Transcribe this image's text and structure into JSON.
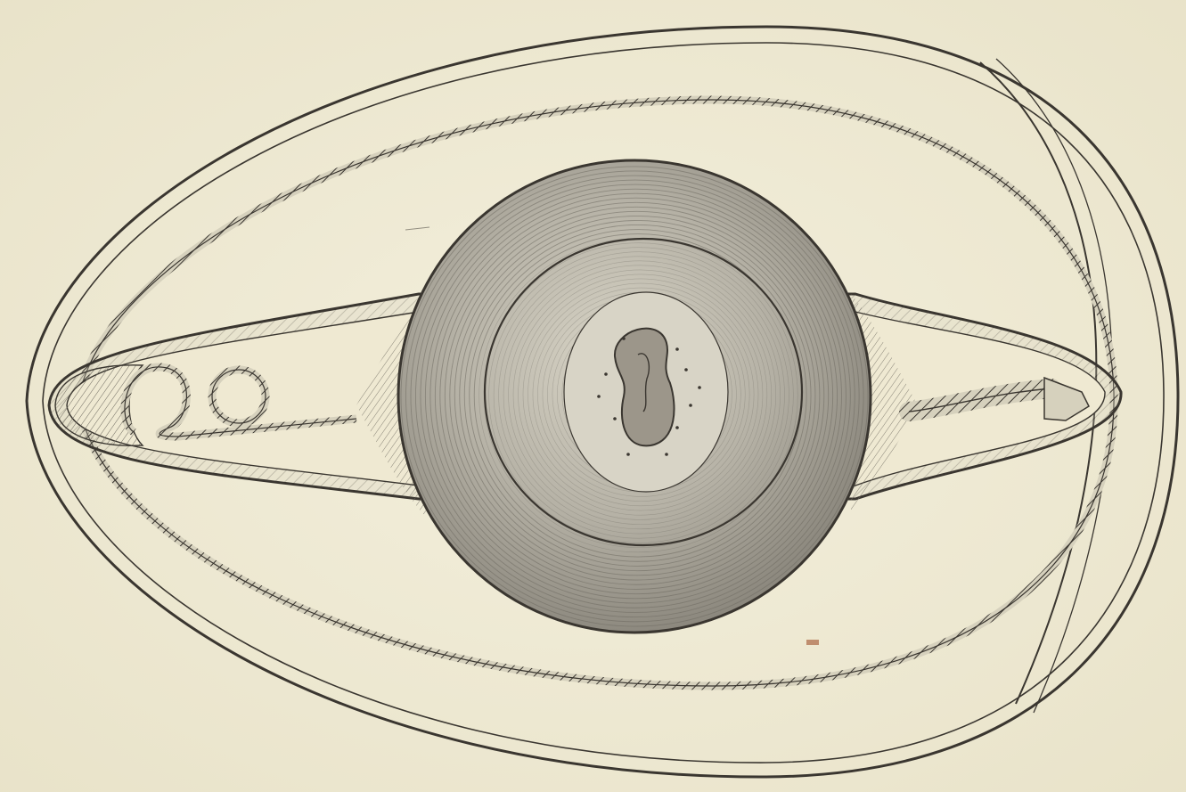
{
  "figure": {
    "subject": "egg-cross-section-engraving",
    "colors": {
      "paper": "#f3efdc",
      "paper_shade": "#e8e2c8",
      "ink": "#3a3630",
      "ink_light": "#6e6a60",
      "yolk_dark": "#8a867c",
      "yolk_mid": "#b6b2a6",
      "yolk_light": "#d8d4c6",
      "germ": "#9c968a"
    },
    "parts": [
      "shell",
      "shell-membrane",
      "albumen",
      "yolk",
      "vitelline-ring",
      "germinal-disc",
      "chalaza-left",
      "chalaza-right",
      "air-cell"
    ]
  }
}
